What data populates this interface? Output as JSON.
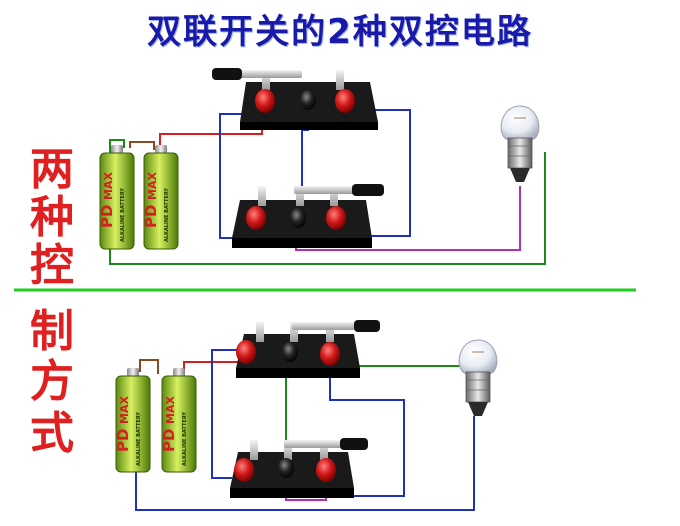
{
  "title": "双联开关的2种双控电路",
  "side_label": [
    "两",
    "种",
    "控",
    "制",
    "方",
    "式"
  ],
  "battery": {
    "brand": "PD",
    "model": "MAX",
    "type": "ALKALINE BATTERY"
  },
  "colors": {
    "title": "#1a1aa8",
    "side_label": "#e02020",
    "divider": "#22cc22",
    "wire_red": "#d42020",
    "wire_blue": "#2030c0",
    "wire_green": "#1a8a1a",
    "wire_purple": "#b030b0",
    "wire_brown": "#8a4a20"
  }
}
